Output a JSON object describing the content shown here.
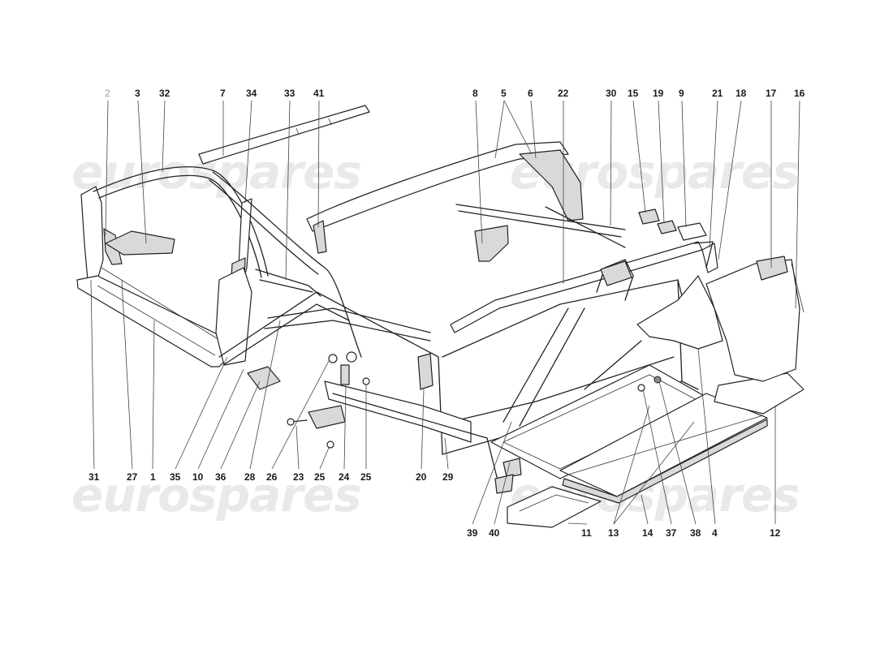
{
  "watermark": {
    "text": "eurospares",
    "color": "#e9e9e9"
  },
  "callouts": {
    "top": [
      {
        "num": "2",
        "faint": true
      },
      {
        "num": "3"
      },
      {
        "num": "32"
      },
      {
        "num": "7"
      },
      {
        "num": "34"
      },
      {
        "num": "33"
      },
      {
        "num": "41"
      },
      {
        "num": "8"
      },
      {
        "num": "5"
      },
      {
        "num": "6"
      },
      {
        "num": "22"
      },
      {
        "num": "30"
      },
      {
        "num": "15"
      },
      {
        "num": "19"
      },
      {
        "num": "9"
      },
      {
        "num": "21"
      },
      {
        "num": "18"
      },
      {
        "num": "17"
      },
      {
        "num": "16"
      }
    ],
    "bottom": [
      {
        "num": "31"
      },
      {
        "num": "27"
      },
      {
        "num": "1"
      },
      {
        "num": "35"
      },
      {
        "num": "10"
      },
      {
        "num": "36"
      },
      {
        "num": "28"
      },
      {
        "num": "26"
      },
      {
        "num": "23"
      },
      {
        "num": "25"
      },
      {
        "num": "24"
      },
      {
        "num": "25"
      },
      {
        "num": "20"
      },
      {
        "num": "29"
      },
      {
        "num": "39"
      },
      {
        "num": "40"
      },
      {
        "num": "11"
      },
      {
        "num": "13"
      },
      {
        "num": "14"
      },
      {
        "num": "37"
      },
      {
        "num": "38"
      },
      {
        "num": "4"
      },
      {
        "num": "12"
      }
    ]
  }
}
